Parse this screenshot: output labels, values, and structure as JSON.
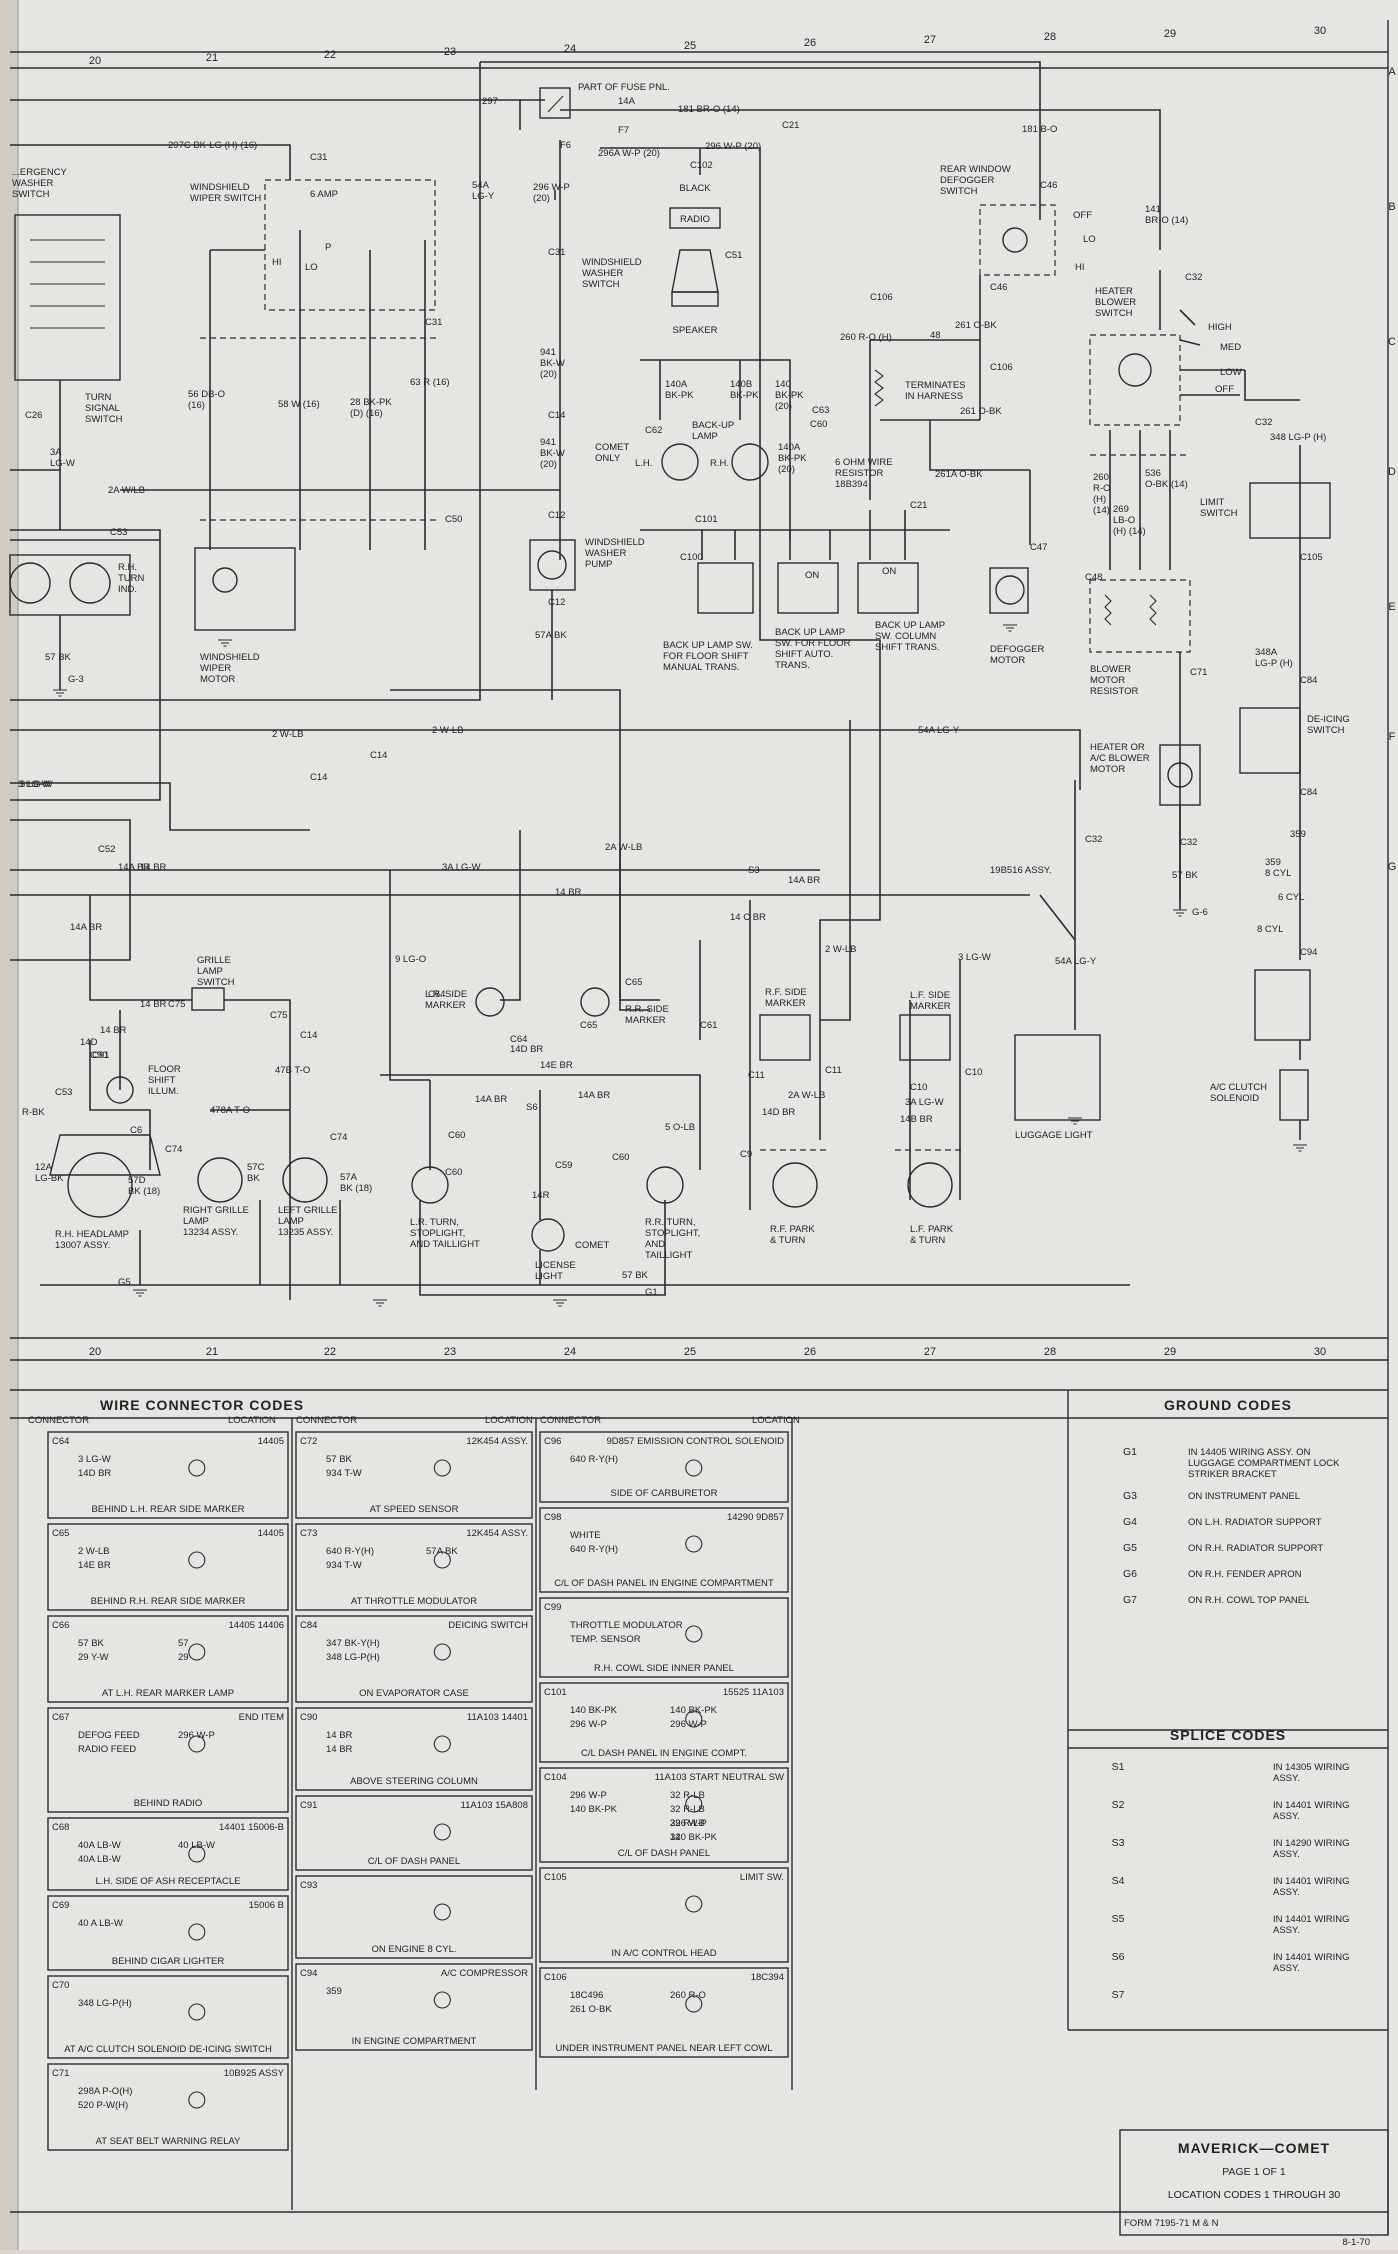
{
  "sheet": {
    "paper_color": "#e6e5e1",
    "ink_color": "#2b2b2b",
    "grid_top": [
      "20",
      "21",
      "22",
      "23",
      "24",
      "25",
      "26",
      "27",
      "28",
      "29",
      "30"
    ],
    "grid_bottom": [
      "20",
      "21",
      "22",
      "23",
      "24",
      "25",
      "26",
      "27",
      "28",
      "29",
      "30"
    ],
    "grid_right": [
      "A",
      "B",
      "C",
      "D",
      "E",
      "F",
      "G"
    ]
  },
  "components": {
    "emergency_switch": "...ERGENCY\nWASHER\nSWITCH",
    "turn_signal_switch": "TURN\nSIGNAL\nSWITCH",
    "wiper_switch": "WINDSHIELD\nWIPER SWITCH",
    "wiper_amp": "6 AMP",
    "wiper_hi": "HI",
    "wiper_lo": "LO",
    "wiper_p": "P",
    "washer_switch": "WINDSHIELD\nWASHER\nSWITCH",
    "fuse_panel": "PART OF FUSE PNL.",
    "fuse_14a": "14A",
    "fuse_f6": "F6",
    "fuse_f7": "F7",
    "radio": "RADIO",
    "black": "BLACK",
    "speaker": "SPEAKER",
    "backup_lamp": "BACK-UP\nLAMP",
    "comet_only": "COMET\nONLY",
    "lh": "L.H.",
    "rh": "R.H.",
    "washer_pump": "WINDSHIELD\nWASHER\nPUMP",
    "wiper_motor": "WINDSHIELD\nWIPER\nMOTOR",
    "backup_sw_manual": "BACK UP LAMP SW.\nFOR FLOOR SHIFT\nMANUAL TRANS.",
    "backup_sw_auto": "BACK UP LAMP\nSW. FOR FLOOR\nSHIFT AUTO.\nTRANS.",
    "backup_sw_column": "BACK UP LAMP\nSW. COLUMN\nSHIFT TRANS.",
    "on": "ON",
    "r": "R",
    "p": "P",
    "six_ohm": "6 OHM WIRE\nRESISTOR\n18B394",
    "terminates": "TERMINATES\nIN HARNESS",
    "rear_defogger_switch": "REAR WINDOW\nDEFOGGER\nSWITCH",
    "off": "OFF",
    "lo": "LO",
    "hi": "HI",
    "defogger_motor": "DEFOGGER\nMOTOR",
    "heater_blower_switch": "HEATER\nBLOWER\nSWITCH",
    "high": "HIGH",
    "med": "MED",
    "low": "LOW",
    "limit_switch": "LIMIT\nSWITCH",
    "blower_motor_resistor": "BLOWER\nMOTOR\nRESISTOR",
    "heater_motor": "HEATER OR\nA/C BLOWER\nMOTOR",
    "deicing_switch": "DE-ICING\nSWITCH",
    "ac_clutch": "A/C CLUTCH\nSOLENOID",
    "luggage_light": "LUGGAGE LIGHT",
    "assy_19b516": "19B516 ASSY.",
    "eight_cyl": "8 CYL",
    "six_cyl": "6 CYL",
    "grille_lamp_switch": "GRILLE\nLAMP\nSWITCH",
    "floor_shift_illum": "FLOOR\nSHIFT\nILLUM.",
    "rh_headlamp": "R.H. HEADLAMP\n13007 ASSY.",
    "right_grille_lamp": "RIGHT GRILLE\nLAMP\n13234 ASSY.",
    "left_grille_lamp": "LEFT GRILLE\nLAMP\n13235 ASSY.",
    "lr_side_marker": "L.R. SIDE\nMARKER",
    "rr_side_marker": "R.R. SIDE\nMARKER",
    "lr_turn": "L.R. TURN,\nSTOPLIGHT,\nAND TAILLIGHT",
    "rr_turn": "R.R. TURN,\nSTOPLIGHT,\nAND\nTAILLIGHT",
    "license_light": "LICENSE\nLIGHT",
    "comet": "COMET",
    "rf_side_marker": "R.F. SIDE\nMARKER",
    "lf_side_marker": "L.F. SIDE\nMARKER",
    "rf_park": "R.F. PARK\n& TURN",
    "lf_park": "L.F. PARK\n& TURN",
    "rh_turn_ind": "R.H.\nTURN\nIND.",
    "grounds": [
      "G1",
      "G-3",
      "G5",
      "G-6"
    ],
    "splice_s3": "S3",
    "splice_s6": "S6"
  },
  "wire_labels": {
    "w297": "297",
    "w297c": "297C BK-LG (H) (16)",
    "w181": "181 BR-O (14)",
    "w296a": "296A W-P (20)",
    "w296_top": "296 W-P (20)",
    "w296_vert": "296 W-P\n(20)",
    "w181b": "181 B-O",
    "w141": "141\nBR-O (14)",
    "w54a": "54A\nLG-Y",
    "w941a": "941\nBK-W\n(20)",
    "w941b": "941\nBK-W\n(20)",
    "w56": "56 DB-O\n(16)",
    "w58": "58 W (16)",
    "w28": "28 BK-PK\n(D) (16)",
    "w63": "63 R (16)",
    "w3a": "3A\nLG-W",
    "w2a_wlb": "2A W/LB",
    "w140a": "140A\nBK-PK",
    "w140b": "140B\nBK-PK",
    "w140": "140\nBK-PK\n(20)",
    "w140a2": "140A\nBK-PK\n(20)",
    "w260": "260 R-O (H)",
    "w48": "48",
    "w261a": "261 O-BK",
    "w261b": "261 O-BK",
    "w261c": "261A O-BK",
    "w260b": "260\nR-O\n(H)\n(14)",
    "w536": "536\nO-BK (14)",
    "w269": "269\nLB-O\n(H) (14)",
    "w348": "348 LG-P (H)",
    "w348a": "348A\nLG-P (H)",
    "w359": "359",
    "w359b": "359\n8 CYL",
    "w57a": "57A BK",
    "w57bk": "57 BK",
    "w57bk2": "57 BK",
    "w57bk3": "57 BK",
    "w2wlb": "2 W-LB",
    "w2wlb2": "2 W-LB",
    "w2wlb3": "2 W-LB",
    "w54ay": "54A LG-Y",
    "w54ay2": "54A LG-Y",
    "w3lgw": "3 LG-W",
    "w3lgw2": "3 LG-W",
    "w3alg": "3A LG-W",
    "w3alg2": "3A LG-W",
    "w14br": "14 BR",
    "w14br2": "14 BR",
    "w14br3": "14 BR",
    "w14abr": "14A BR",
    "w14abr2": "14A BR",
    "w14abr3": "14A BR",
    "w14abr4": "14A BR",
    "w14cbr": "14 C BR",
    "w14dbr": "14D BR",
    "w14ebr": "14E BR",
    "w14dbr2": "14D BR",
    "w14bbr": "14B BR",
    "w14r": "14R",
    "w2awlb": "2A W-LB",
    "w2awlb2": "2A W-LB",
    "w9lgo": "9 LG-O",
    "w5olb": "5 O-LB",
    "w47b": "47B T-O",
    "w478a": "478A T-O",
    "w57c": "57C\nBK",
    "w57d": "57D\nBK (18)",
    "w57a18": "57A\nBK (18)",
    "w12a": "12A\nLG-BK",
    "w14d": "14D",
    "w3lgw_c64": "3 LG-W",
    "w14br_c90": "14 BR",
    "w14abr_c52": "14A BR",
    "w_rbk": "R-BK",
    "w3lgw_left": "3 LG-W"
  },
  "connectors": [
    "C31",
    "C31",
    "C31",
    "C14",
    "C12",
    "C12",
    "C51",
    "C102",
    "C21",
    "C46",
    "C46",
    "C32",
    "C32",
    "C106",
    "C106",
    "C62",
    "C63",
    "C60",
    "C101",
    "C100",
    "C21",
    "C47",
    "C48",
    "C32",
    "C105",
    "C84",
    "C84",
    "C94",
    "C71",
    "C26",
    "C53",
    "C50",
    "C14",
    "C14",
    "C52",
    "C75",
    "C75",
    "C14",
    "C90",
    "C91",
    "C6",
    "C74",
    "C74",
    "C64",
    "C64",
    "C65",
    "C65",
    "C61",
    "C60",
    "C60",
    "C59",
    "C60",
    "C11",
    "C11",
    "C9",
    "C10",
    "C10",
    "C32",
    "C53"
  ],
  "wire_connector_codes": {
    "title": "WIRE CONNECTOR CODES",
    "col_connector": "CONNECTOR",
    "col_location": "LOCATION",
    "entries": [
      {
        "id": "C64",
        "part": "14405",
        "lines": [
          "3  LG-W",
          "14D  BR"
        ],
        "location": "BEHIND L.H. REAR SIDE MARKER"
      },
      {
        "id": "C65",
        "part": "14405",
        "lines": [
          "2  W-LB",
          "14E  BR"
        ],
        "location": "BEHIND R.H. REAR SIDE MARKER"
      },
      {
        "id": "C66",
        "part": "14405  14406",
        "lines": [
          "57  BK",
          "29  Y-W",
          "57",
          "29"
        ],
        "location": "AT L.H. REAR MARKER LAMP"
      },
      {
        "id": "C67",
        "part": "END ITEM",
        "lines": [
          "DEFOG FEED",
          "RADIO FEED",
          "296  W-P"
        ],
        "location": "BEHIND RADIO"
      },
      {
        "id": "C68",
        "part": "14401  15006-B",
        "lines": [
          "40A  LB-W",
          "40A  LB-W",
          "40  LB-W"
        ],
        "location": "L.H. SIDE OF ASH RECEPTACLE"
      },
      {
        "id": "C69",
        "part": "15006 B",
        "lines": [
          "40 A  LB-W"
        ],
        "location": "BEHIND CIGAR LIGHTER"
      },
      {
        "id": "C70",
        "part": "",
        "lines": [
          "348  LG-P(H)"
        ],
        "location": "AT A/C CLUTCH SOLENOID DE-ICING SWITCH"
      },
      {
        "id": "C71",
        "part": "10B925 ASSY",
        "lines": [
          "298A  P-O(H)",
          "520  P-W(H)"
        ],
        "location": "AT SEAT BELT WARNING RELAY"
      },
      {
        "id": "C72",
        "part": "12K454 ASSY.",
        "lines": [
          "57  BK",
          "934  T-W"
        ],
        "location": "AT SPEED SENSOR"
      },
      {
        "id": "C73",
        "part": "12K454 ASSY.",
        "lines": [
          "640  R-Y(H)",
          "934  T-W",
          "57A  BK"
        ],
        "location": "AT THROTTLE MODULATOR"
      },
      {
        "id": "C84",
        "part": "DEICING SWITCH",
        "lines": [
          "347  BK-Y(H)",
          "348  LG-P(H)"
        ],
        "location": "ON EVAPORATOR CASE"
      },
      {
        "id": "C90",
        "part": "11A103  14401",
        "lines": [
          "14  BR",
          "14  BR"
        ],
        "location": "ABOVE STEERING COLUMN"
      },
      {
        "id": "C91",
        "part": "11A103  15A808",
        "lines": [],
        "location": "C/L OF DASH PANEL"
      },
      {
        "id": "C93",
        "part": "",
        "lines": [],
        "location": "ON ENGINE 8 CYL."
      },
      {
        "id": "C94",
        "part": "A/C COMPRESSOR",
        "lines": [
          "359"
        ],
        "location": "IN ENGINE COMPARTMENT"
      },
      {
        "id": "C96",
        "part": "9D857  EMISSION CONTROL SOLENOID",
        "lines": [
          "640  R-Y(H)"
        ],
        "location": "SIDE OF CARBURETOR"
      },
      {
        "id": "C98",
        "part": "14290  9D857",
        "lines": [
          "WHITE",
          "640  R-Y(H)"
        ],
        "location": "C/L OF DASH PANEL IN ENGINE COMPARTMENT"
      },
      {
        "id": "C99",
        "part": "",
        "lines": [
          "THROTTLE MODULATOR",
          "TEMP. SENSOR"
        ],
        "location": "R.H. COWL SIDE INNER PANEL"
      },
      {
        "id": "C101",
        "part": "15525  11A103",
        "lines": [
          "140  BK-PK",
          "296  W-P",
          "140  BK-PK",
          "296  W-P"
        ],
        "location": "C/L DASH PANEL IN ENGINE COMPT."
      },
      {
        "id": "C104",
        "part": "11A103  START NEUTRAL SW",
        "lines": [
          "296  W-P",
          "140  BK-PK",
          "32  R-LB",
          "32  R-LB",
          "296  W-P",
          "140  BK-PK",
          "32  R-LB",
          "32"
        ],
        "location": "C/L OF DASH PANEL"
      },
      {
        "id": "C105",
        "part": "LIMIT SW.",
        "lines": [],
        "location": "IN A/C CONTROL HEAD"
      },
      {
        "id": "C106",
        "part": "18C394",
        "lines": [
          "18C496",
          "261  O-BK",
          "260  R-O"
        ],
        "location": "UNDER INSTRUMENT PANEL NEAR LEFT COWL"
      }
    ]
  },
  "ground_codes": {
    "title": "GROUND CODES",
    "rows": [
      {
        "code": "G1",
        "location": "IN 14405 WIRING ASSY. ON LUGGAGE COMPARTMENT LOCK STRIKER BRACKET"
      },
      {
        "code": "G3",
        "location": "ON INSTRUMENT PANEL"
      },
      {
        "code": "G4",
        "location": "ON L.H. RADIATOR SUPPORT"
      },
      {
        "code": "G5",
        "location": "ON R.H. RADIATOR SUPPORT"
      },
      {
        "code": "G6",
        "location": "ON R.H. FENDER APRON"
      },
      {
        "code": "G7",
        "location": "ON R.H. COWL TOP PANEL"
      }
    ]
  },
  "splice_codes": {
    "title": "SPLICE CODES",
    "rows": [
      {
        "code": "S1",
        "location": "IN 14305 WIRING ASSY."
      },
      {
        "code": "S2",
        "location": "IN 14401 WIRING ASSY."
      },
      {
        "code": "S3",
        "location": "IN 14290 WIRING ASSY."
      },
      {
        "code": "S4",
        "location": "IN 14401 WIRING ASSY."
      },
      {
        "code": "S5",
        "location": "IN 14401 WIRING ASSY."
      },
      {
        "code": "S6",
        "location": "IN 14401 WIRING ASSY."
      },
      {
        "code": "S7",
        "location": ""
      }
    ]
  },
  "title_block": {
    "title": "MAVERICK—COMET",
    "page": "PAGE 1 OF 1",
    "location_codes": "LOCATION CODES 1 THROUGH 30",
    "form": "FORM 7195-71 M & N",
    "date": "8-1-70"
  }
}
